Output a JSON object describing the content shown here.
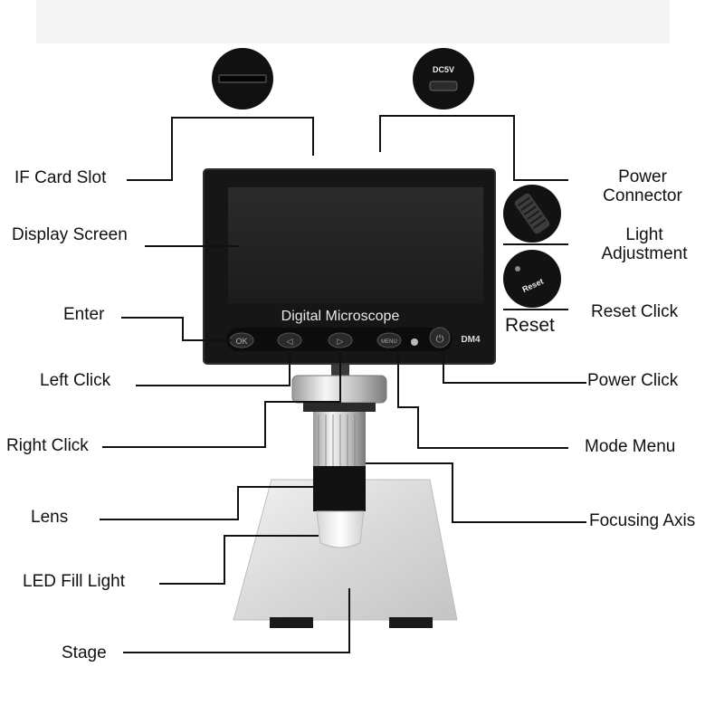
{
  "device": {
    "screen_title": "Digital Microscope",
    "model": "DM4",
    "port_label": "DC5V",
    "reset_button_text": "Reset",
    "buttons": [
      "OK",
      "◁",
      "▷",
      "MENU",
      "⏻"
    ]
  },
  "labels": {
    "if_card_slot": "IF Card Slot",
    "display_screen": "Display Screen",
    "enter": "Enter",
    "left_click": "Left Click",
    "right_click": "Right Click",
    "lens": "Lens",
    "led_fill_light": "LED Fill Light",
    "stage": "Stage",
    "power_connector_1": "Power",
    "power_connector_2": "Connector",
    "light_adjustment_1": "Light",
    "light_adjustment_2": "Adjustment",
    "reset_caption": "Reset",
    "reset_click": "Reset Click",
    "power_click": "Power Click",
    "mode_menu": "Mode Menu",
    "focusing_axis": "Focusing Axis"
  },
  "colors": {
    "line": "#111111",
    "device_body": "#1a1a1a",
    "screen": "#222222",
    "stage": "#d8d8d8"
  }
}
